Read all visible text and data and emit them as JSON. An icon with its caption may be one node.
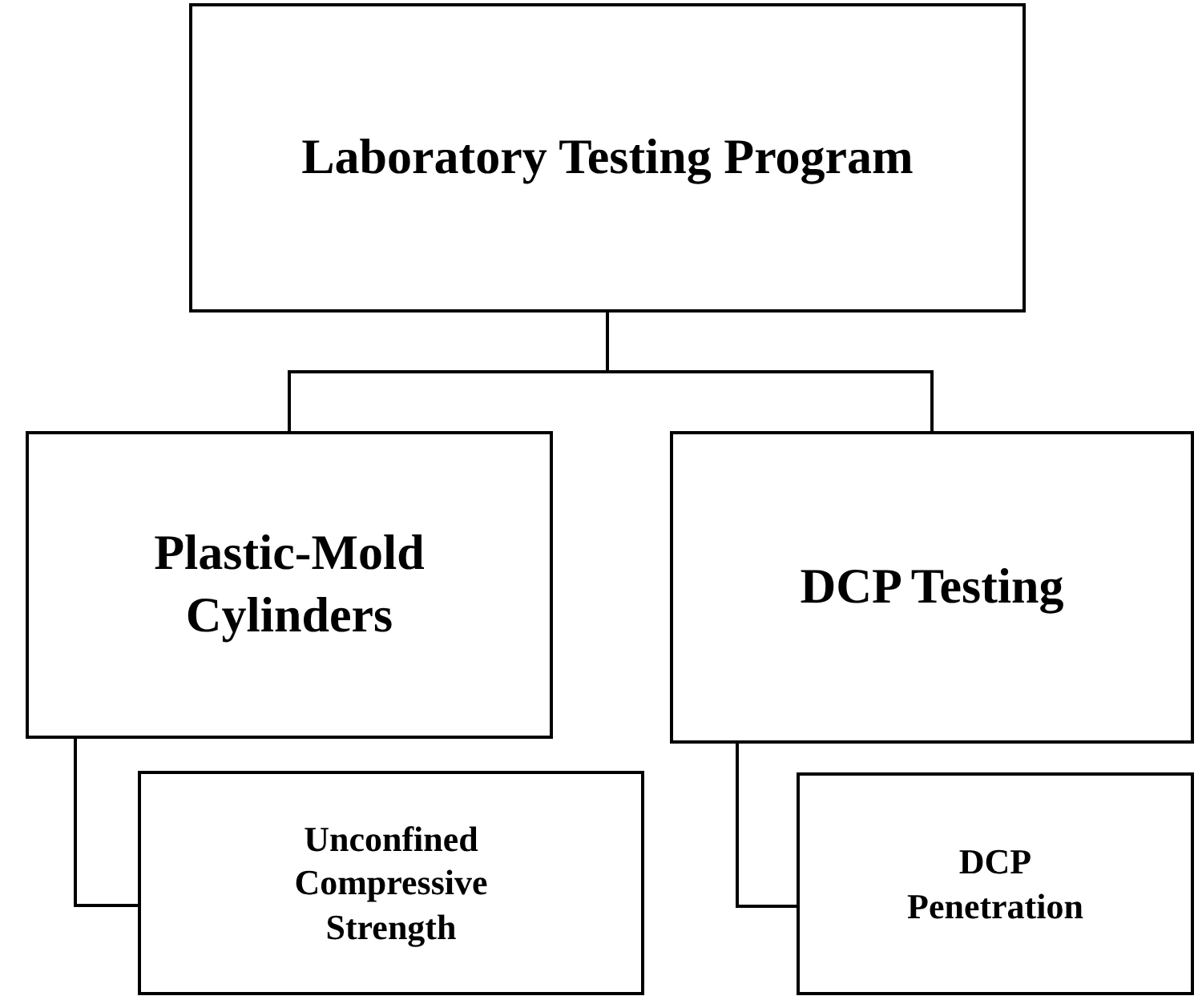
{
  "diagram": {
    "nodes": [
      {
        "text": [
          "Laboratory Testing Program"
        ]
      },
      {
        "text": [
          "Plastic-Mold Cylinders"
        ]
      },
      {
        "text": [
          "DCP Testing"
        ]
      },
      {
        "text": [
          "Unconfined Compressive Strength"
        ]
      },
      {
        "text": [
          "DCP Penetration"
        ]
      }
    ],
    "edges": [
      {
        "from": 0,
        "to": 1,
        "arrow": "none"
      },
      {
        "from": 0,
        "to": 2,
        "arrow": "none"
      },
      {
        "from": 1,
        "to": 3,
        "arrow": "none"
      },
      {
        "from": 2,
        "to": 4,
        "arrow": "none"
      }
    ]
  }
}
